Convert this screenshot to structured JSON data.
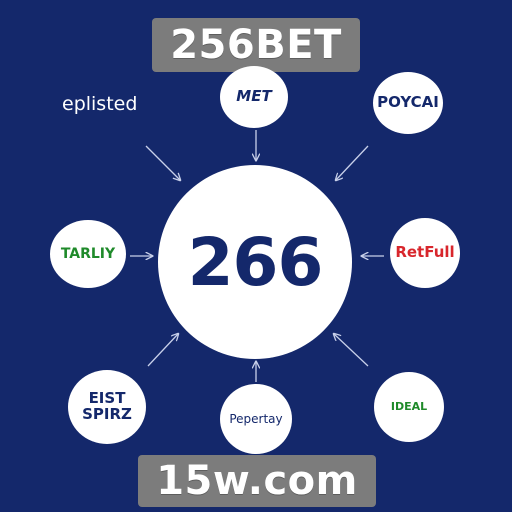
{
  "header": {
    "title": "256BET"
  },
  "footer": {
    "domain": "15w.com"
  },
  "hub": {
    "label": "266"
  },
  "partners": {
    "top_left": "eplisted",
    "top": "MET",
    "top_right": "POYCAI",
    "left": "TARLIY",
    "right": "RetFull",
    "bottom_left_line1": "EIST",
    "bottom_left_line2": "SPIRZ",
    "bottom": "Pepertay",
    "bottom_right": "IDEAL"
  },
  "colors": {
    "background": "#14286b",
    "banner": "#7c7c7c",
    "hub_text": "#14286b",
    "node_green": "#1f8a2a",
    "node_red": "#d8262c",
    "node_navy": "#14286b"
  }
}
